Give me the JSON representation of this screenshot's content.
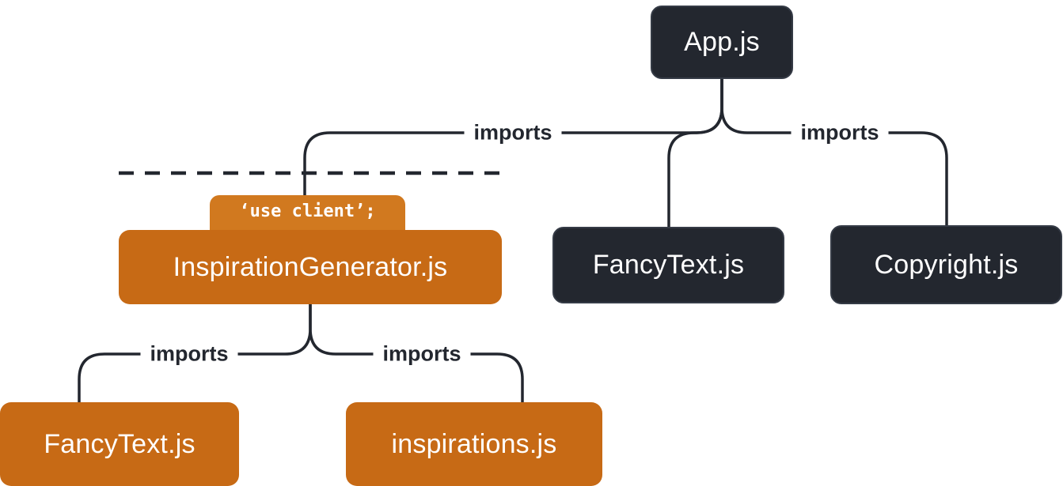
{
  "diagram": {
    "type": "module-dependency-tree",
    "nodes": {
      "app": {
        "label": "App.js",
        "kind": "server"
      },
      "inspiration_generator": {
        "label": "InspirationGenerator.js",
        "kind": "client",
        "badge": "‘use client’;"
      },
      "fancy_text_server": {
        "label": "FancyText.js",
        "kind": "server"
      },
      "copyright": {
        "label": "Copyright.js",
        "kind": "server"
      },
      "fancy_text_client": {
        "label": "FancyText.js",
        "kind": "client"
      },
      "inspirations": {
        "label": "inspirations.js",
        "kind": "client"
      }
    },
    "edges": [
      {
        "from": "App.js",
        "to": "InspirationGenerator.js",
        "label": "imports"
      },
      {
        "from": "App.js",
        "to": "FancyText.js",
        "label": ""
      },
      {
        "from": "App.js",
        "to": "Copyright.js",
        "label": "imports"
      },
      {
        "from": "InspirationGenerator.js",
        "to": "FancyText.js",
        "label": "imports"
      },
      {
        "from": "InspirationGenerator.js",
        "to": "inspirations.js",
        "label": "imports"
      }
    ],
    "boundary": {
      "style": "dashed",
      "meaning": "client boundary"
    },
    "colors": {
      "server_node": "#23272F",
      "client_node": "#C76A15",
      "client_badge": "#D1791F",
      "line": "#23272F",
      "node_text": "#FFFFFF",
      "background": "#FFFFFF"
    }
  }
}
